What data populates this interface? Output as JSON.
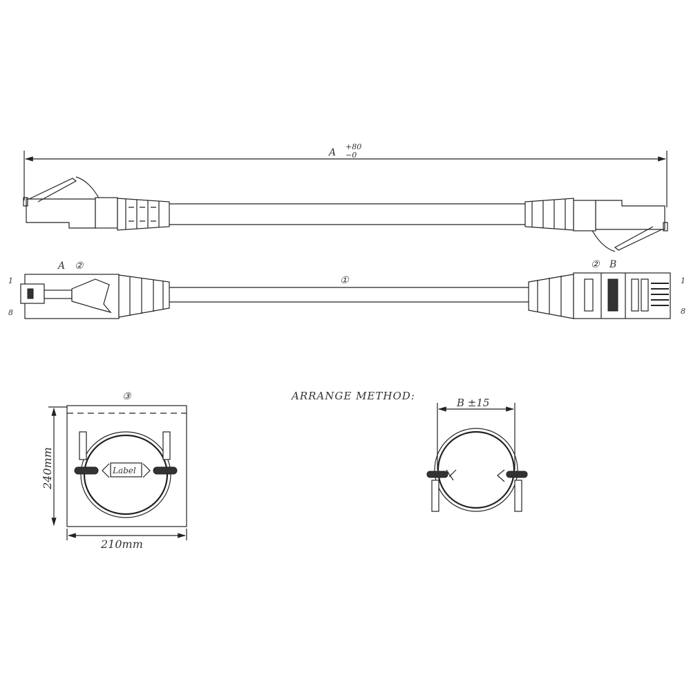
{
  "drawing": {
    "length_dim": {
      "label": "A",
      "tol_plus": "+80",
      "tol_minus": "−0"
    },
    "end_a": {
      "label": "A",
      "callout": "②",
      "pin_first": "1",
      "pin_last": "8"
    },
    "end_b": {
      "label": "B",
      "callout": "②",
      "pin_first": "1",
      "pin_last": "8"
    },
    "cable_callout": "①",
    "package": {
      "callout": "③",
      "height": "240mm",
      "width": "210mm",
      "label": "Label"
    },
    "arrange": {
      "title": "ARRANGE METHOD:",
      "dim": "B  ±15"
    }
  }
}
